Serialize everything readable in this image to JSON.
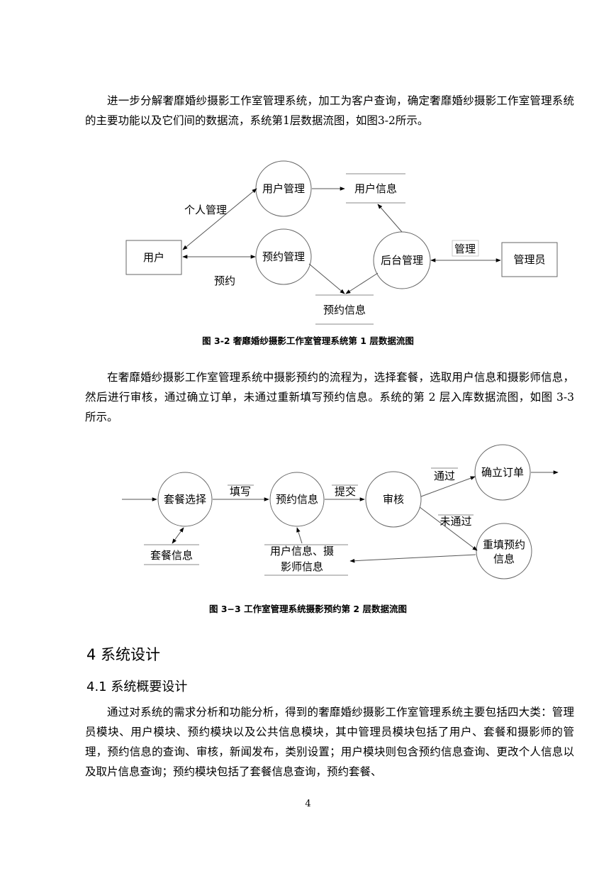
{
  "paragraphs": {
    "p1": "进一步分解奢靡婚纱摄影工作室管理系统，加工为客户查询，确定奢靡婚纱摄影工作室管理系统的主要功能以及它们间的数据流，系统第1层数据流图，如图3-2所示。",
    "p2": "在奢靡婚纱摄影工作室管理系统中摄影预约的流程为，选择套餐，选取用户信息和摄影师信息，然后进行审核，通过确立订单，未通过重新填写预约信息。系统的第 2 层入库数据流图，如图 3-3 所示。",
    "p3": "通过对系统的需求分析和功能分析，得到的奢靡婚纱摄影工作室管理系统主要包括四大类：管理员模块、用户模块、预约模块以及公共信息模块，其中管理员模块包括了用户、套餐和摄影师的管理，预约信息的查询、审核，新闻发布，类别设置；用户模块则包含预约信息查询、更改个人信息以及取片信息查询；预约模块包括了套餐信息查询，预约套餐、"
  },
  "figure1": {
    "caption": "图 3-2  奢靡婚纱摄影工作室管理系统第 1 层数据流图",
    "user": "用户",
    "user_mgmt": "用户管理",
    "user_info": "用户信息",
    "personal_mgmt": "个人管理",
    "booking_mgmt": "预约管理",
    "booking_label": "预约",
    "backend_mgmt": "后台管理",
    "manage_label": "管理",
    "admin": "管理员",
    "booking_info": "预约信息"
  },
  "figure2": {
    "caption": "图 3−3  工作室管理系统摄影预约第 2 层数据流图",
    "package_select": "套餐选择",
    "fill_label": "填写",
    "booking_info": "预约信息",
    "submit_label": "提交",
    "review": "审核",
    "pass_label": "通过",
    "confirm_order": "确立订单",
    "fail_label": "未通过",
    "refill_line1": "重填预约",
    "refill_line2": "信息",
    "package_info": "套餐信息",
    "user_photo_line1": "用户信息、摄",
    "user_photo_line2": "影师信息"
  },
  "headings": {
    "h1": "4 系统设计",
    "h2": "4.1 系统概要设计"
  },
  "page_number": "4"
}
